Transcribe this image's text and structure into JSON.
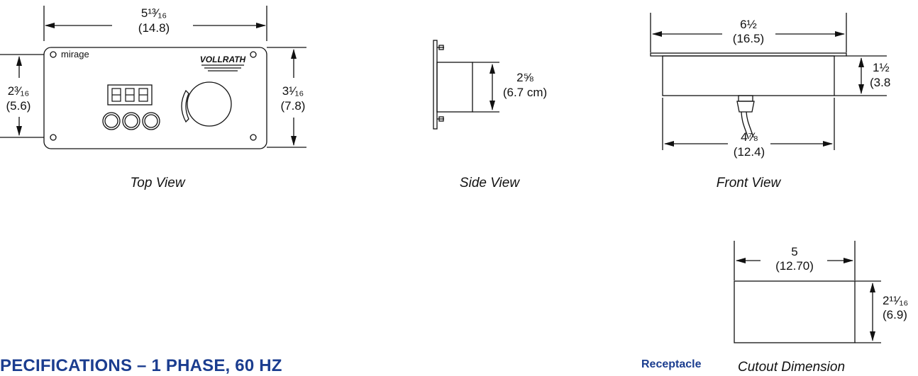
{
  "top_view": {
    "width_in": "5¹³⁄₁₆",
    "width_cm": "(14.8)",
    "hole_in": "2³⁄₁₆",
    "hole_cm": "(5.6)",
    "height_in": "3¹⁄₁₆",
    "height_cm": "(7.8)",
    "logo_text": "mirage",
    "brand_text": "VOLLRATH",
    "display_text": "888",
    "caption": "Top View"
  },
  "side_view": {
    "depth_in": "2⅝",
    "depth_cm": "(6.7 cm)",
    "caption": "Side View"
  },
  "front_view": {
    "width_in": "6½",
    "width_cm": "(16.5)",
    "height_in": "1½",
    "height_cm": "(3.8",
    "bottom_in": "4⅞",
    "bottom_cm": "(12.4)",
    "caption": "Front View"
  },
  "cutout": {
    "width_in": "5",
    "width_cm": "(12.70)",
    "height_in": "2¹¹⁄₁₆",
    "height_cm": "(6.9)",
    "caption": "Cutout Dimension"
  },
  "specifications_heading": "PECIFICATIONS – 1 PHASE, 60 HZ",
  "receptacle_label": "Receptacle"
}
